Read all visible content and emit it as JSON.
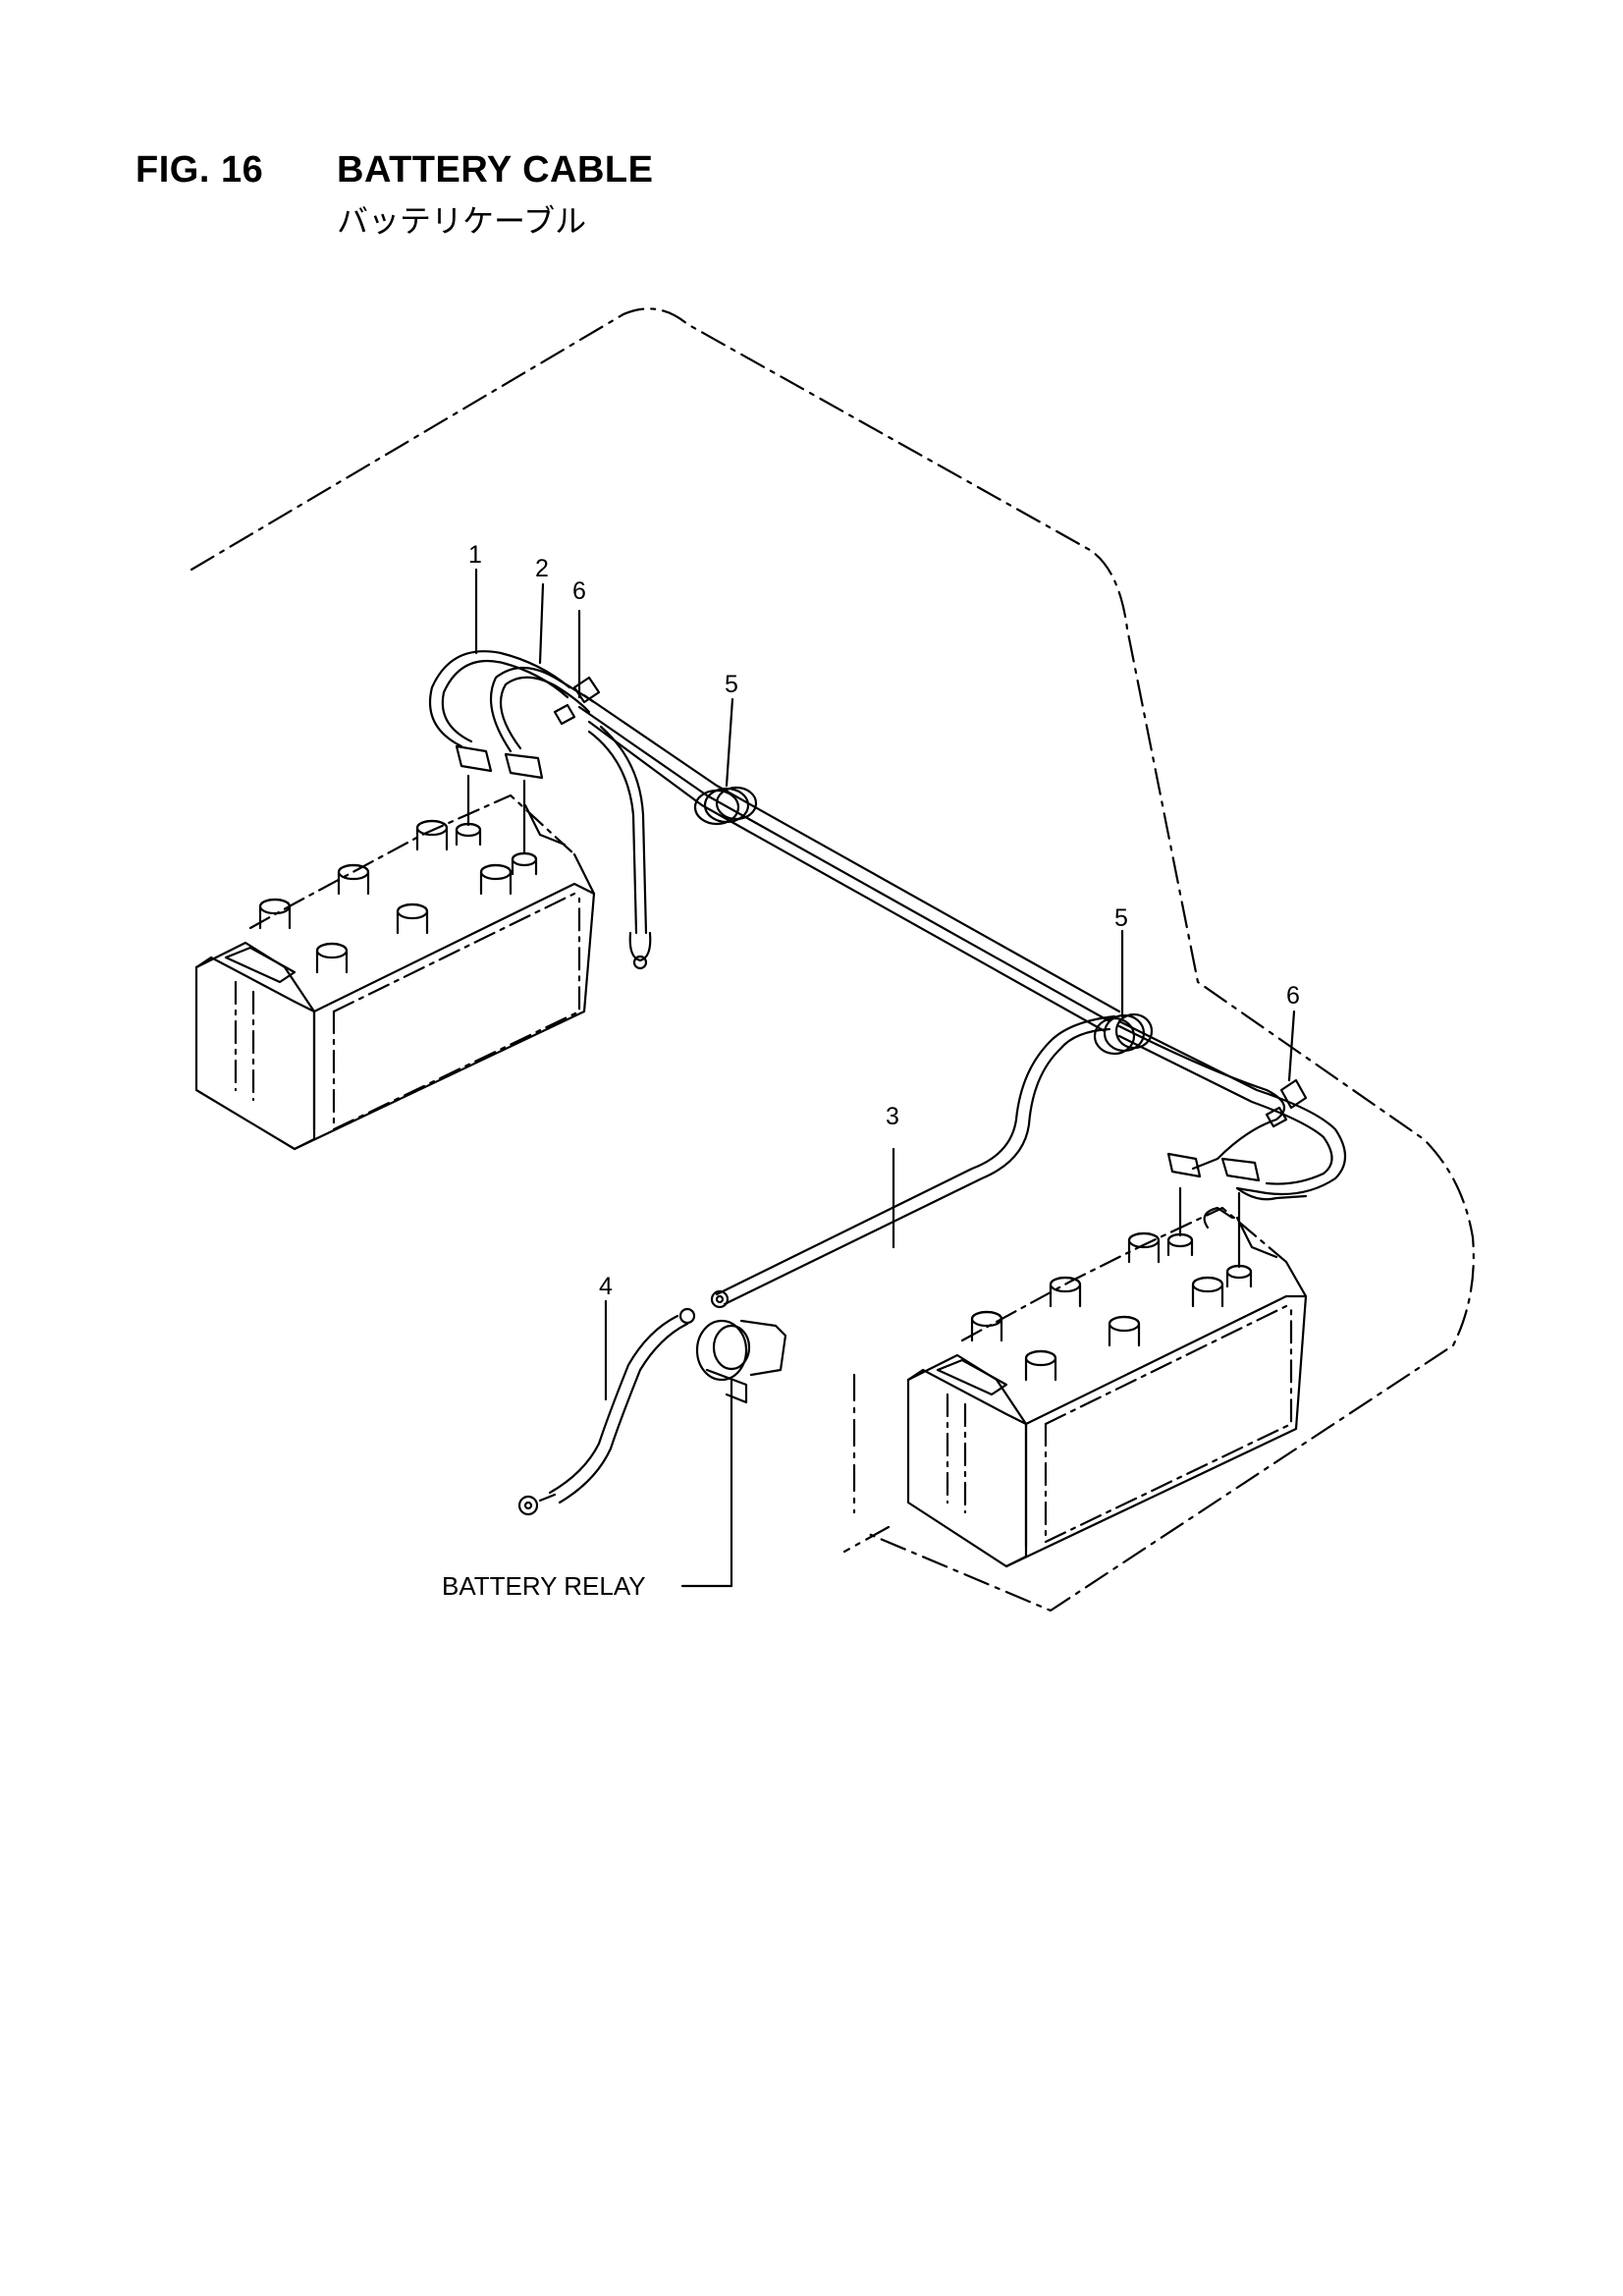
{
  "header": {
    "figure_number": "FIG. 16",
    "title": "BATTERY CABLE",
    "subtitle": "バッテリケーブル"
  },
  "callouts": {
    "c1": "1",
    "c2": "2",
    "c3": "3",
    "c4": "4",
    "c5a": "5",
    "c5b": "5",
    "c6a": "6",
    "c6b": "6"
  },
  "battery_relay_label": "BATTERY RELAY"
}
